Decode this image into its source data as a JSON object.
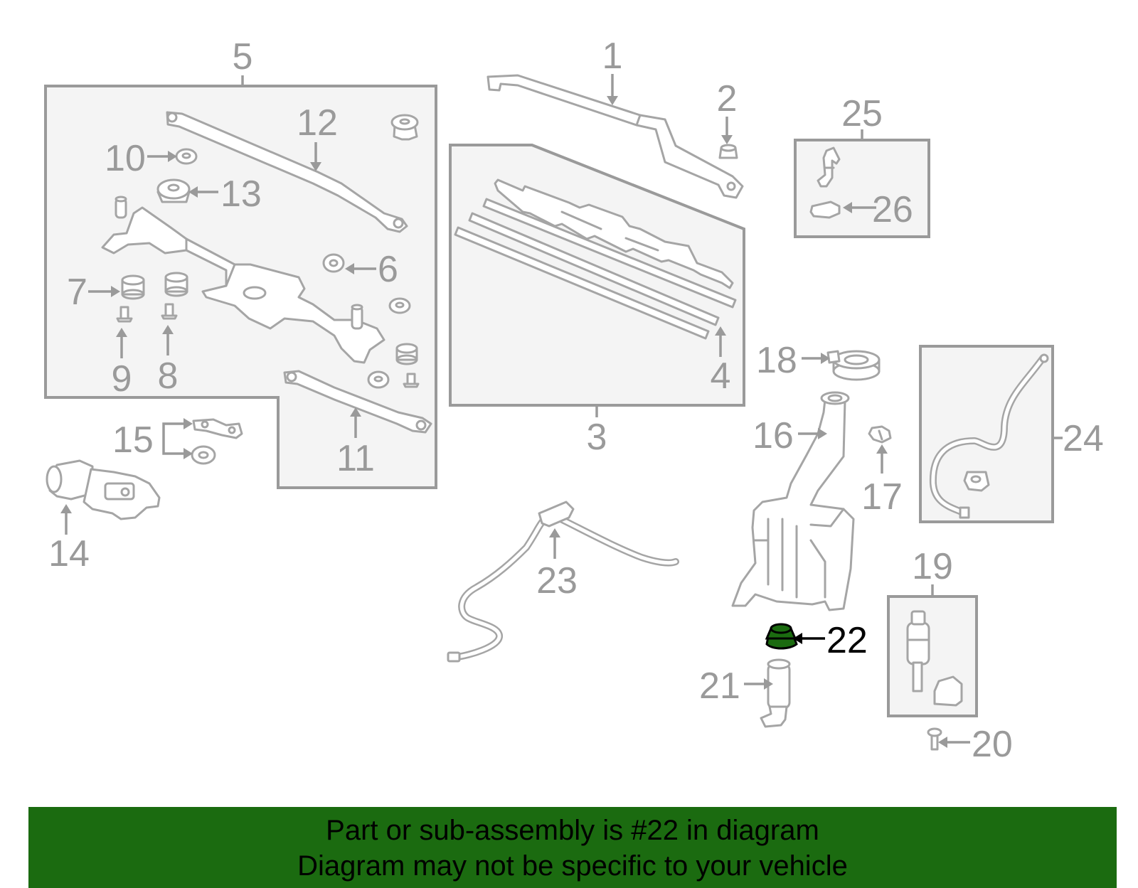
{
  "labels": {
    "p1": "1",
    "p2": "2",
    "p3": "3",
    "p4": "4",
    "p5": "5",
    "p6": "6",
    "p7": "7",
    "p8": "8",
    "p9": "9",
    "p10": "10",
    "p11": "11",
    "p12": "12",
    "p13": "13",
    "p14": "14",
    "p15": "15",
    "p16": "16",
    "p17": "17",
    "p18": "18",
    "p19": "19",
    "p20": "20",
    "p21": "21",
    "p22": "22",
    "p23": "23",
    "p24": "24",
    "p25": "25",
    "p26": "26"
  },
  "highlighted_part": "22",
  "colors": {
    "highlight_part": "#1b6b10",
    "banner": "#1b6b10",
    "line_art": "#a5a5a5"
  },
  "banner": {
    "line1": "Part or sub-assembly is #22 in diagram",
    "line2": "Diagram may not be specific to your vehicle"
  }
}
